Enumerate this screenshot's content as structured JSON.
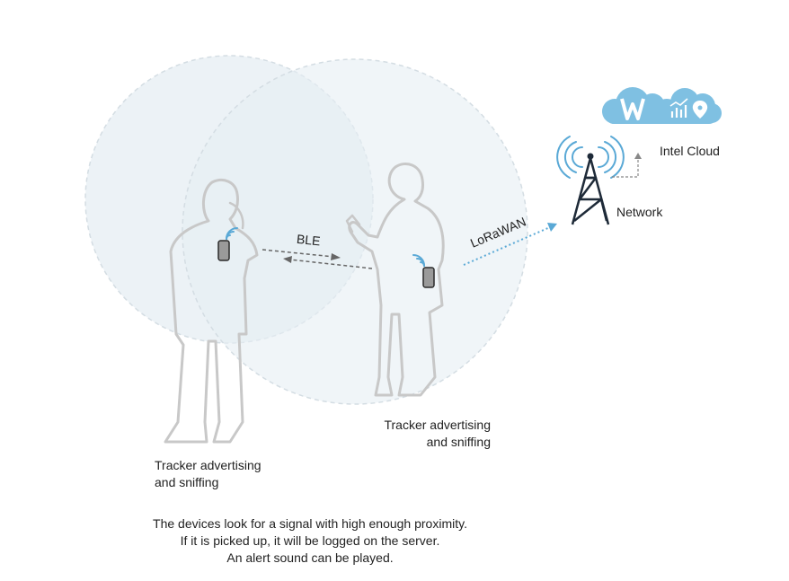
{
  "labels": {
    "ble": "BLE",
    "lorawan": "LoRaWAN",
    "network": "Network",
    "cloud": "Intel Cloud",
    "tracker_left": [
      "Tracker advertising",
      "and sniffing"
    ],
    "tracker_right": [
      "Tracker advertising",
      "and sniffing"
    ]
  },
  "caption": [
    "The devices look for a signal with high enough proximity.",
    "If it is picked up, it will be logged on the server.",
    "An alert sound can be played."
  ],
  "colors": {
    "signal_blue": "#5aa9d6",
    "cloud_blue": "#7fc0e2",
    "range_fill": "#e9f0f4",
    "person_outline": "#c8c8c8",
    "device_gray": "#9a9a9a",
    "tower_dark": "#1e2a38"
  },
  "icons": [
    "person-left-icon",
    "person-right-icon",
    "tracker-device-icon",
    "wifi-signal-icon",
    "cell-tower-icon",
    "cloud-icon",
    "chart-icon",
    "location-pin-icon"
  ]
}
